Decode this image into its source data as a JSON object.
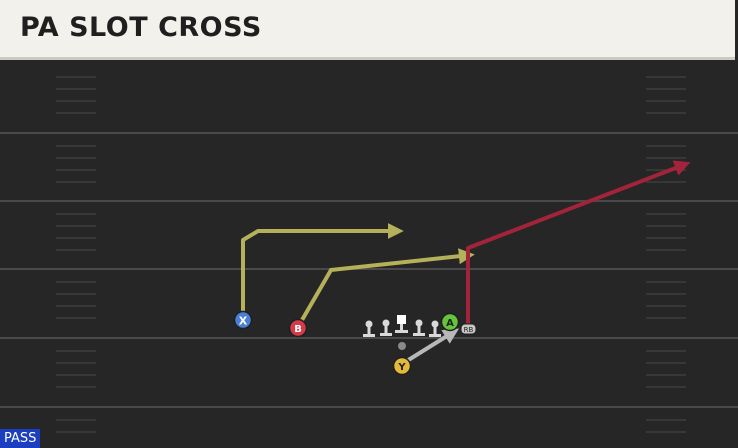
{
  "play": {
    "title": "PA SLOT CROSS",
    "play_type": "PASS"
  },
  "players": {
    "X": {
      "label": "X",
      "color": "#4a7fd6"
    },
    "B": {
      "label": "B",
      "color": "#d43a4a"
    },
    "A": {
      "label": "A",
      "color": "#66c43c"
    },
    "Y": {
      "label": "Y",
      "color": "#e3b93a"
    },
    "RB": {
      "label": "RB",
      "color": "#c7c7c7"
    }
  },
  "colors": {
    "field": "#262626",
    "yard_line": "#4a4a4a",
    "route_yellow": "#b4b15a",
    "route_red": "#a3233a",
    "route_gray": "#b8b8b8"
  }
}
